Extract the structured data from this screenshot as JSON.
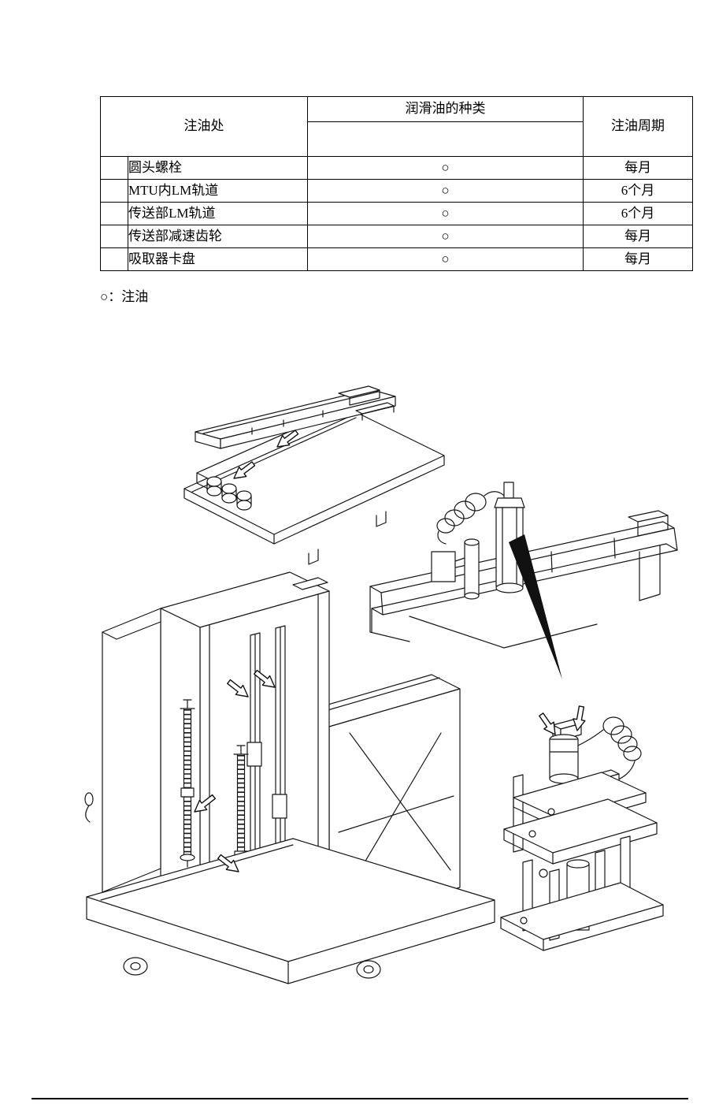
{
  "colors": {
    "line": "#000000",
    "background": "#ffffff"
  },
  "table": {
    "headers": {
      "location": "注油处",
      "lubricant_type": "润滑油的种类",
      "cycle": "注油周期"
    },
    "rows": [
      {
        "location": "圆头螺栓",
        "mark": "○",
        "cycle": "每月"
      },
      {
        "location": "MTU内LM轨道",
        "mark": "○",
        "cycle": "6个月"
      },
      {
        "location": "传送部LM轨道",
        "mark": "○",
        "cycle": "6个月"
      },
      {
        "location": "传送部减速齿轮",
        "mark": "○",
        "cycle": "每月"
      },
      {
        "location": "吸取器卡盘",
        "mark": "○",
        "cycle": "每月"
      }
    ],
    "legend": "○：注油"
  }
}
